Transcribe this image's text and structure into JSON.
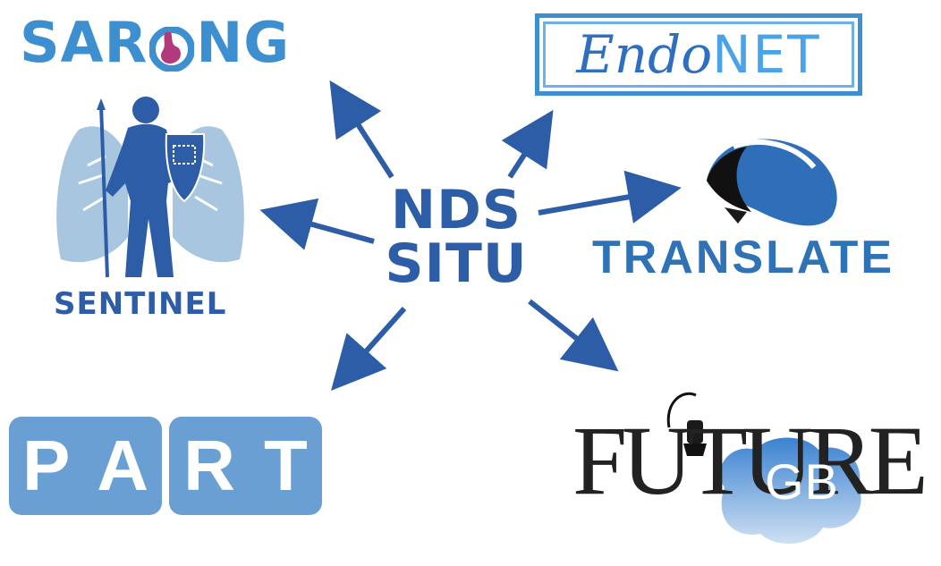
{
  "center": {
    "line1": "NDS",
    "line2": "SITU"
  },
  "logos": {
    "sarong": {
      "before": "SAR",
      "after": "NG"
    },
    "endonet": {
      "part1": "Endo",
      "part2": "NET"
    },
    "sentinel": {
      "label": "SENTINEL"
    },
    "translate": {
      "label": "TRANSLATE"
    },
    "part": {
      "letters": [
        "P",
        "A",
        "R",
        "T"
      ]
    },
    "futuregb": {
      "word": "FUTURE",
      "suffix": "GB"
    }
  },
  "colors": {
    "arrow": "#2e5da8",
    "center_text": "#2e5da8",
    "light_blue": "#3d8fd0",
    "part_blue": "#6a9fd4"
  }
}
